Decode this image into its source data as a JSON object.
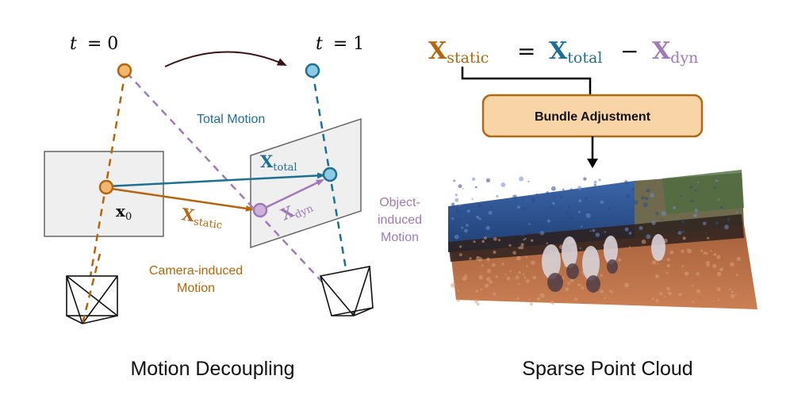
{
  "colors": {
    "orange": "#b5650c",
    "orange_fill": "#f2b870",
    "blue": "#1d6f93",
    "blue_fill": "#8ccbe6",
    "purple": "#a07ab8",
    "purple_fill": "#cdb2dc",
    "frame_fill": "#efefef",
    "frame_stroke": "#666666",
    "ba_fill": "#f9d4a6",
    "ba_stroke": "#b06a12",
    "dark_arrow": "#3a1414"
  },
  "left_panel": {
    "caption": "Motion Decoupling",
    "t0_var": "t",
    "t0_eq": "= 0",
    "t1_var": "t",
    "t1_eq": "= 1",
    "total_motion_label": "Total Motion",
    "camera_motion_line1": "Camera-induced",
    "camera_motion_line2": "Motion",
    "object_motion_line1": "Object-",
    "object_motion_line2": "induced",
    "object_motion_line3": "Motion",
    "x0_main": "x",
    "x0_sub": "0",
    "x_total_main": "X",
    "x_total_sub": "total",
    "x_static_main": "X",
    "x_static_sub": "static",
    "x_dyn_main": "X",
    "x_dyn_sub": "dyn"
  },
  "right_panel": {
    "caption": "Sparse Point Cloud",
    "eq_static_main": "X",
    "eq_static_sub": "static",
    "eq_equals": "=",
    "eq_total_main": "X",
    "eq_total_sub": "total",
    "eq_minus": "−",
    "eq_dyn_main": "X",
    "eq_dyn_sub": "dyn",
    "bundle_adjustment_label": "Bundle Adjustment"
  }
}
